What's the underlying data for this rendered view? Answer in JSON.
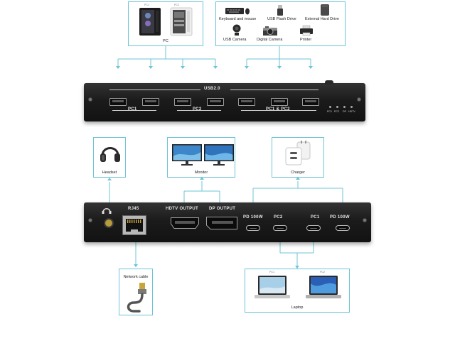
{
  "top_section": {
    "pc_box": {
      "caption": "PC",
      "tiny_labels": [
        "PC1",
        "PC2"
      ]
    },
    "peripherals_box": {
      "items": [
        "Keyboard and mouse",
        "USB Flash Drive",
        "External Hard Drive",
        "USB Camera",
        "Digital Camera",
        "Printer"
      ]
    },
    "switch": {
      "usb_title": "USB2.0",
      "group_labels": [
        "PC1",
        "PC2",
        "PC1 & PC2"
      ],
      "led_labels": [
        "PC1",
        "PC2",
        "DP",
        "HDTV"
      ]
    }
  },
  "bottom_section": {
    "headset_box": {
      "caption": "Headset"
    },
    "monitor_box": {
      "caption": "Monitor"
    },
    "charger_box": {
      "caption": "Charger"
    },
    "network_box": {
      "caption": "Network cable"
    },
    "laptop_box": {
      "caption": "Laptop",
      "tiny_labels": [
        "PC1",
        "PC2"
      ]
    },
    "back_panel": {
      "port_labels": [
        "RJ45",
        "HDTV OUTPUT",
        "DP OUTPUT",
        "PD 100W",
        "PC2",
        "PC1",
        "PD 100W"
      ]
    }
  },
  "colors": {
    "connector_line": "#6cc4d6",
    "box_border": "#6cc4d6",
    "device_body": "#1a1a1a"
  }
}
